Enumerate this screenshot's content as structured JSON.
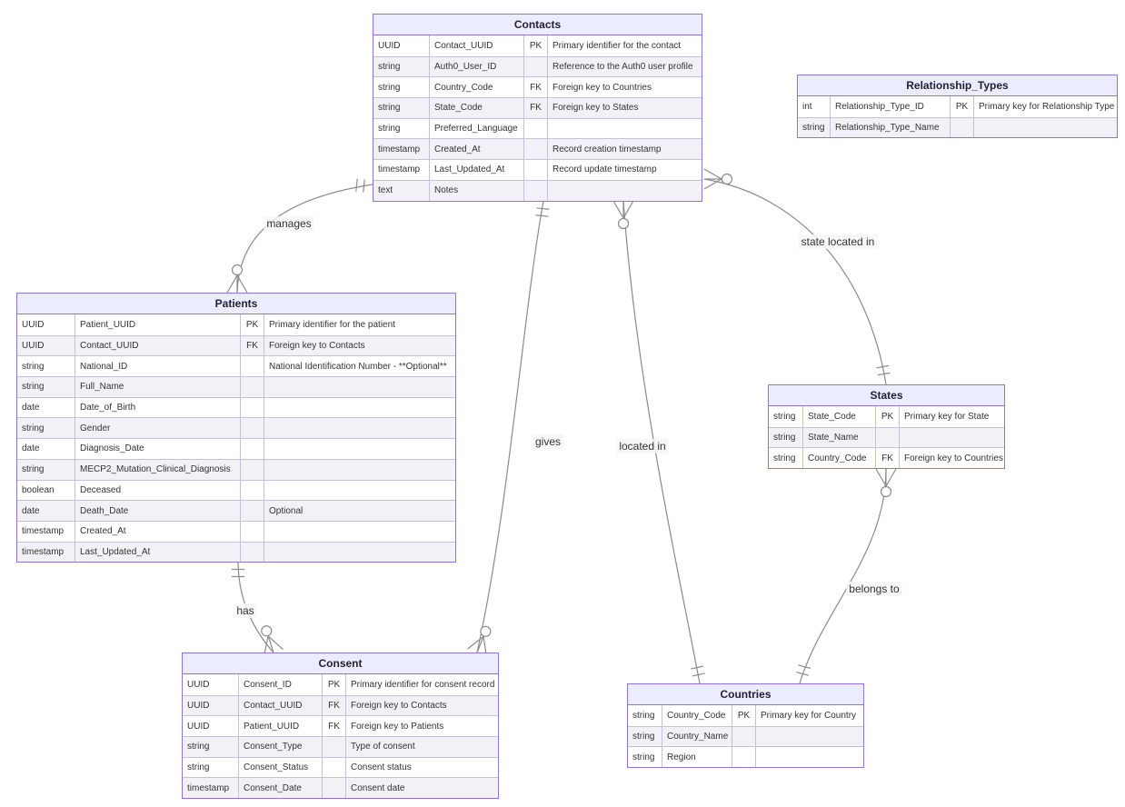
{
  "diagram": {
    "kind": "entity-relationship",
    "colors": {
      "entity_header_fill": "#ECECFF",
      "entity_border": "#9370DB",
      "row_alt_fill": "#f2f2f6",
      "edge_stroke": "#8a8a8a",
      "label_text": "#333333"
    },
    "entities": [
      {
        "name": "Contacts",
        "rows": [
          {
            "type": "UUID",
            "name": "Contact_UUID",
            "key": "PK",
            "comment": "Primary identifier for the contact"
          },
          {
            "type": "string",
            "name": "Auth0_User_ID",
            "key": "",
            "comment": "Reference to the Auth0 user profile"
          },
          {
            "type": "string",
            "name": "Country_Code",
            "key": "FK",
            "comment": "Foreign key to Countries"
          },
          {
            "type": "string",
            "name": "State_Code",
            "key": "FK",
            "comment": "Foreign key to States"
          },
          {
            "type": "string",
            "name": "Preferred_Language",
            "key": "",
            "comment": ""
          },
          {
            "type": "timestamp",
            "name": "Created_At",
            "key": "",
            "comment": "Record creation timestamp"
          },
          {
            "type": "timestamp",
            "name": "Last_Updated_At",
            "key": "",
            "comment": "Record update timestamp"
          },
          {
            "type": "text",
            "name": "Notes",
            "key": "",
            "comment": ""
          }
        ]
      },
      {
        "name": "Relationship_Types",
        "rows": [
          {
            "type": "int",
            "name": "Relationship_Type_ID",
            "key": "PK",
            "comment": "Primary key for Relationship Type"
          },
          {
            "type": "string",
            "name": "Relationship_Type_Name",
            "key": "",
            "comment": ""
          }
        ]
      },
      {
        "name": "Patients",
        "rows": [
          {
            "type": "UUID",
            "name": "Patient_UUID",
            "key": "PK",
            "comment": "Primary identifier for the patient"
          },
          {
            "type": "UUID",
            "name": "Contact_UUID",
            "key": "FK",
            "comment": "Foreign key to Contacts"
          },
          {
            "type": "string",
            "name": "National_ID",
            "key": "",
            "comment": "National Identification Number - **Optional**"
          },
          {
            "type": "string",
            "name": "Full_Name",
            "key": "",
            "comment": ""
          },
          {
            "type": "date",
            "name": "Date_of_Birth",
            "key": "",
            "comment": ""
          },
          {
            "type": "string",
            "name": "Gender",
            "key": "",
            "comment": ""
          },
          {
            "type": "date",
            "name": "Diagnosis_Date",
            "key": "",
            "comment": ""
          },
          {
            "type": "string",
            "name": "MECP2_Mutation_Clinical_Diagnosis",
            "key": "",
            "comment": ""
          },
          {
            "type": "boolean",
            "name": "Deceased",
            "key": "",
            "comment": ""
          },
          {
            "type": "date",
            "name": "Death_Date",
            "key": "",
            "comment": "Optional"
          },
          {
            "type": "timestamp",
            "name": "Created_At",
            "key": "",
            "comment": ""
          },
          {
            "type": "timestamp",
            "name": "Last_Updated_At",
            "key": "",
            "comment": ""
          }
        ]
      },
      {
        "name": "States",
        "rows": [
          {
            "type": "string",
            "name": "State_Code",
            "key": "PK",
            "comment": "Primary key for State"
          },
          {
            "type": "string",
            "name": "State_Name",
            "key": "",
            "comment": ""
          },
          {
            "type": "string",
            "name": "Country_Code",
            "key": "FK",
            "comment": "Foreign key to Countries"
          }
        ]
      },
      {
        "name": "Consent",
        "rows": [
          {
            "type": "UUID",
            "name": "Consent_ID",
            "key": "PK",
            "comment": "Primary identifier for consent record"
          },
          {
            "type": "UUID",
            "name": "Contact_UUID",
            "key": "FK",
            "comment": "Foreign key to Contacts"
          },
          {
            "type": "UUID",
            "name": "Patient_UUID",
            "key": "FK",
            "comment": "Foreign key to Patients"
          },
          {
            "type": "string",
            "name": "Consent_Type",
            "key": "",
            "comment": "Type of consent"
          },
          {
            "type": "string",
            "name": "Consent_Status",
            "key": "",
            "comment": "Consent status"
          },
          {
            "type": "timestamp",
            "name": "Consent_Date",
            "key": "",
            "comment": "Consent date"
          }
        ]
      },
      {
        "name": "Countries",
        "rows": [
          {
            "type": "string",
            "name": "Country_Code",
            "key": "PK",
            "comment": "Primary key for Country"
          },
          {
            "type": "string",
            "name": "Country_Name",
            "key": "",
            "comment": ""
          },
          {
            "type": "string",
            "name": "Region",
            "key": "",
            "comment": ""
          }
        ]
      }
    ],
    "relationships": [
      {
        "from": "Contacts",
        "to": "Patients",
        "label": "manages",
        "from_marker": "exactly-one",
        "to_marker": "zero-or-many"
      },
      {
        "from": "Patients",
        "to": "Consent",
        "label": "has",
        "from_marker": "exactly-one",
        "to_marker": "zero-or-many"
      },
      {
        "from": "Contacts",
        "to": "Consent",
        "label": "gives",
        "from_marker": "exactly-one",
        "to_marker": "zero-or-many"
      },
      {
        "from": "Contacts",
        "to": "Countries",
        "label": "located in",
        "from_marker": "zero-or-many",
        "to_marker": "exactly-one"
      },
      {
        "from": "Contacts",
        "to": "States",
        "label": "state located in",
        "from_marker": "zero-or-many",
        "to_marker": "exactly-one"
      },
      {
        "from": "States",
        "to": "Countries",
        "label": "belongs to",
        "from_marker": "zero-or-many",
        "to_marker": "exactly-one"
      }
    ]
  }
}
